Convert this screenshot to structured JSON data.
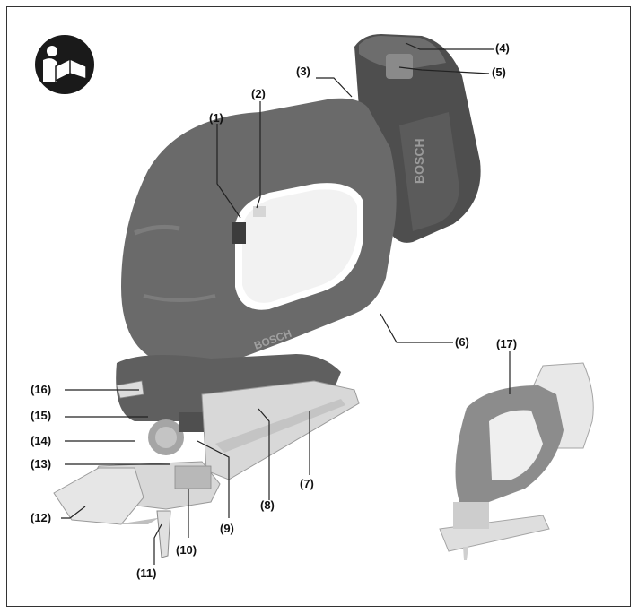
{
  "callouts": {
    "c1": "(1)",
    "c2": "(2)",
    "c3": "(3)",
    "c4": "(4)",
    "c5": "(5)",
    "c6": "(6)",
    "c7": "(7)",
    "c8": "(8)",
    "c9": "(9)",
    "c10": "(10)",
    "c11": "(11)",
    "c12": "(12)",
    "c13": "(13)",
    "c14": "(14)",
    "c15": "(15)",
    "c16": "(16)",
    "c17": "(17)"
  },
  "brand": {
    "housing_text": "BOSCH",
    "battery_text": "BOSCH"
  },
  "colors": {
    "body": "#6a6a6a",
    "body_light": "#8a8a8a",
    "grip": "#7c7c7c",
    "battery": "#4e4e4e",
    "shoe": "#d8d8d8",
    "icon": "#1a1a1a"
  },
  "icon": {
    "name": "read-manual-icon"
  }
}
